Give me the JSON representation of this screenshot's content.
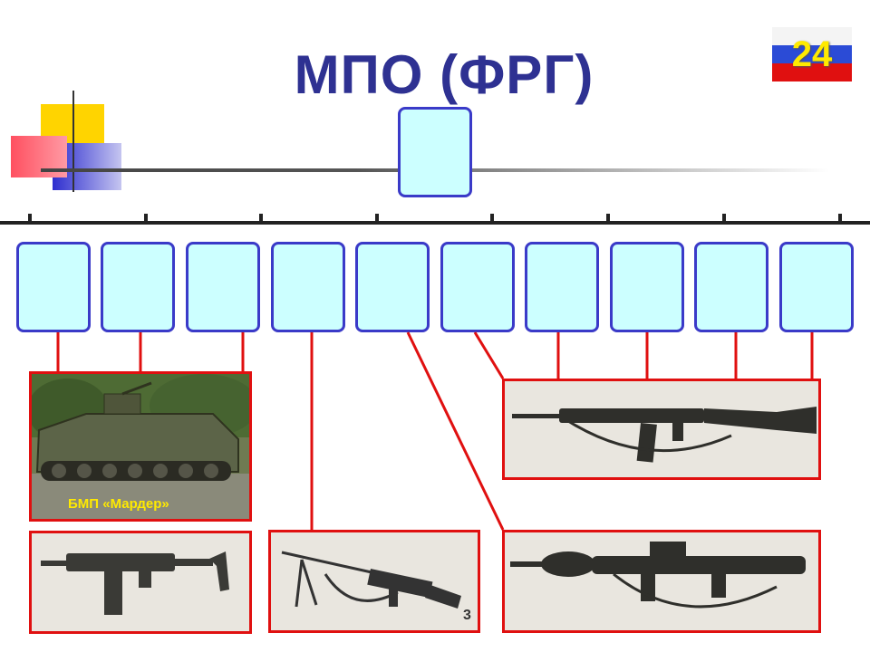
{
  "slide": {
    "title": "МПО (ФРГ)",
    "slide_number": "24"
  },
  "flag": {
    "colors": [
      "#f4f4f4",
      "#2b4bd6",
      "#e01010"
    ]
  },
  "palette": {
    "box_fill": "#ccffff",
    "box_border": "#3a3ac8",
    "connector": "#e01010",
    "title_color": "#2e3192"
  },
  "images": {
    "marder": {
      "caption": "БМП «Мардер»",
      "icon": "armored-vehicle-icon"
    },
    "uzi": {
      "icon": "submachine-gun-icon"
    },
    "mg3": {
      "icon": "machine-gun-icon",
      "label": "3"
    },
    "g3": {
      "icon": "rifle-icon"
    },
    "rpg": {
      "icon": "grenade-launcher-icon"
    }
  }
}
